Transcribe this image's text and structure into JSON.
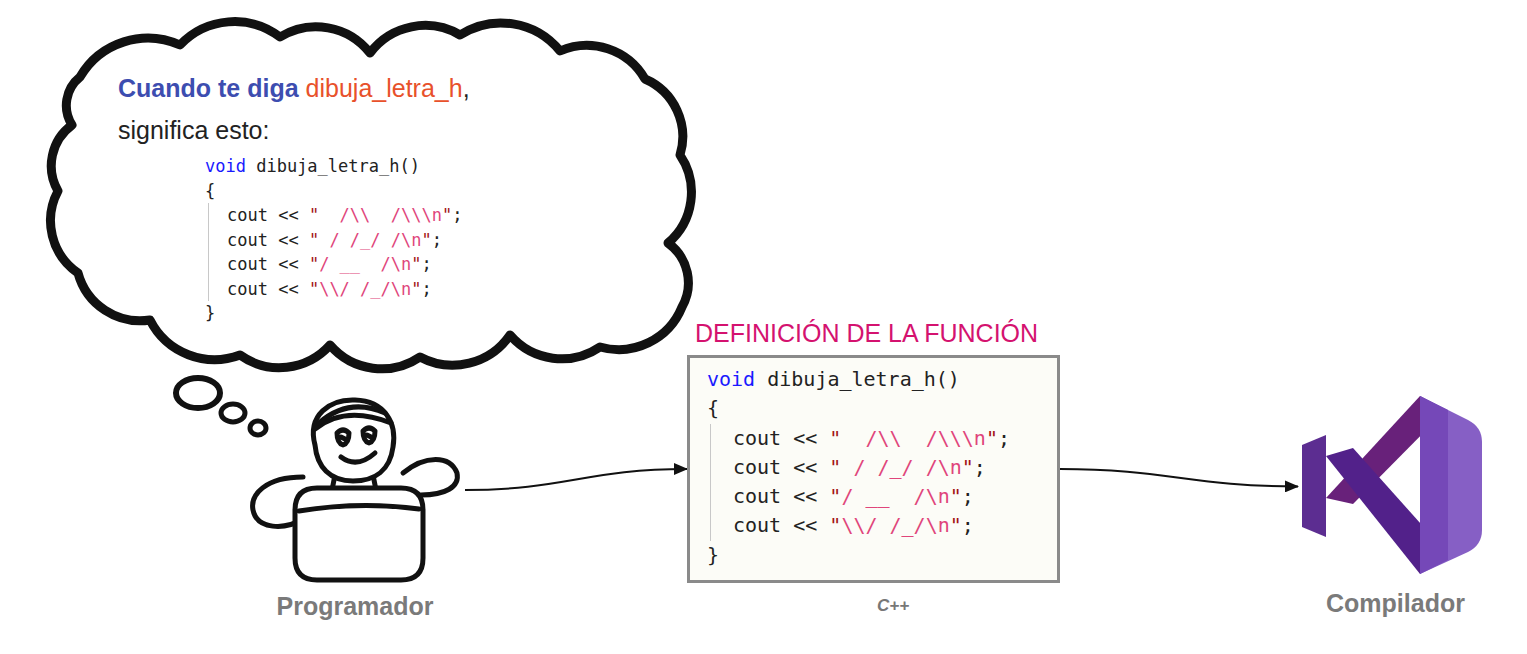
{
  "diagram": {
    "nodes": [
      {
        "text": [
          "Cuando te diga",
          "dibuja_letra_h",
          ",",
          "significa esto:",
          "void dibuja_letra_h()",
          "{",
          "cout << \"  /\\\\  /\\\\\\n\";",
          "cout << \" / /_/ /\\n\";",
          "cout << \"/ __  /\\n\";",
          "cout << \"\\\\/ /_/\\n\";",
          "}"
        ]
      },
      {
        "text": [
          "Programador"
        ]
      },
      {
        "text": [
          "DEFINICIÓN DE LA FUNCIÓN",
          "void dibuja_letra_h()",
          "{",
          "cout << \"  /\\\\  /\\\\\\n\";",
          "cout << \" / /_/ /\\n\";",
          "cout << \"/ __  /\\n\";",
          "cout << \"\\\\/ /_/\\n\";",
          "}"
        ]
      },
      {
        "text": [
          "Compilador"
        ]
      }
    ],
    "edges": [
      {
        "from": 1,
        "to": 2,
        "arrow": "to"
      },
      {
        "from": 2,
        "to": 3,
        "arrow": "to"
      }
    ],
    "labels": [
      "C++"
    ]
  }
}
